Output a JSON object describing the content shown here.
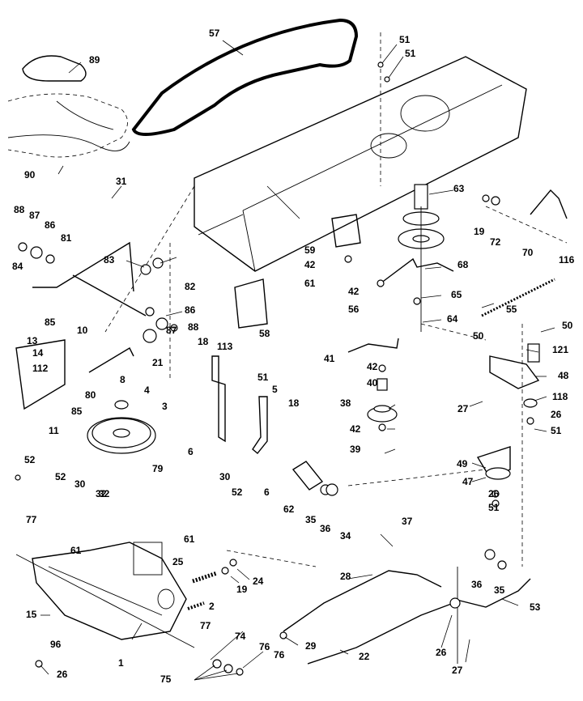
{
  "diagram": {
    "labels": [
      "57",
      "51",
      "51",
      "89",
      "90",
      "31",
      "88",
      "87",
      "86",
      "81",
      "84",
      "83",
      "82",
      "86",
      "85",
      "88",
      "87",
      "10",
      "21",
      "8",
      "13",
      "14",
      "112",
      "80",
      "85",
      "11",
      "4",
      "3",
      "79",
      "18",
      "113",
      "51",
      "5",
      "18",
      "6",
      "6",
      "58",
      "63",
      "19",
      "72",
      "70",
      "116",
      "59",
      "42",
      "61",
      "68",
      "42",
      "56",
      "65",
      "55",
      "64",
      "41",
      "42",
      "40",
      "50",
      "50",
      "121",
      "48",
      "27",
      "118",
      "26",
      "51",
      "38",
      "42",
      "39",
      "49",
      "47",
      "26",
      "51",
      "52",
      "52",
      "30",
      "32",
      "77",
      "61",
      "32",
      "30",
      "52",
      "61",
      "62",
      "35",
      "36",
      "34",
      "37",
      "25",
      "19",
      "24",
      "2",
      "77",
      "28",
      "36",
      "35",
      "53",
      "15",
      "96",
      "26",
      "1",
      "74",
      "76",
      "76",
      "75",
      "29",
      "22",
      "26",
      "27"
    ]
  }
}
